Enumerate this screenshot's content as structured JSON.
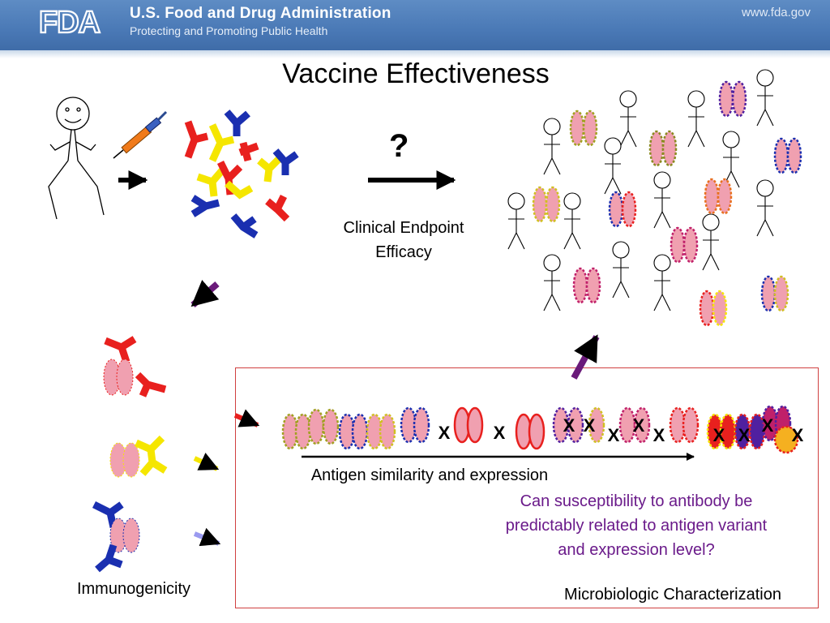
{
  "header": {
    "logo_text": "FDA",
    "agency": "U.S. Food and Drug Administration",
    "tagline": "Protecting and Promoting Public Health",
    "url": "www.fda.gov"
  },
  "slide": {
    "title": "Vaccine Effectiveness",
    "question_mark": "?",
    "clinical_endpoint": "Clinical Endpoint",
    "efficacy": "Efficacy",
    "antigen_axis": "Antigen similarity and expression",
    "question_line1": "Can susceptibility to antibody be",
    "question_line2": "predictably related to antigen variant",
    "question_line3": "and expression level?",
    "immunogenicity": "Immunogenicity",
    "micro_char": "Microbiologic Characterization",
    "x_mark": "X"
  },
  "colors": {
    "header_blue": "#4a79b6",
    "antibody_red": "#e8201e",
    "antibody_yellow": "#f5e600",
    "antibody_blue": "#1a2fb0",
    "bacteria_pink": "#f0a0b0",
    "arrow_purple": "#6a1a7a",
    "box_border": "#d04040"
  }
}
